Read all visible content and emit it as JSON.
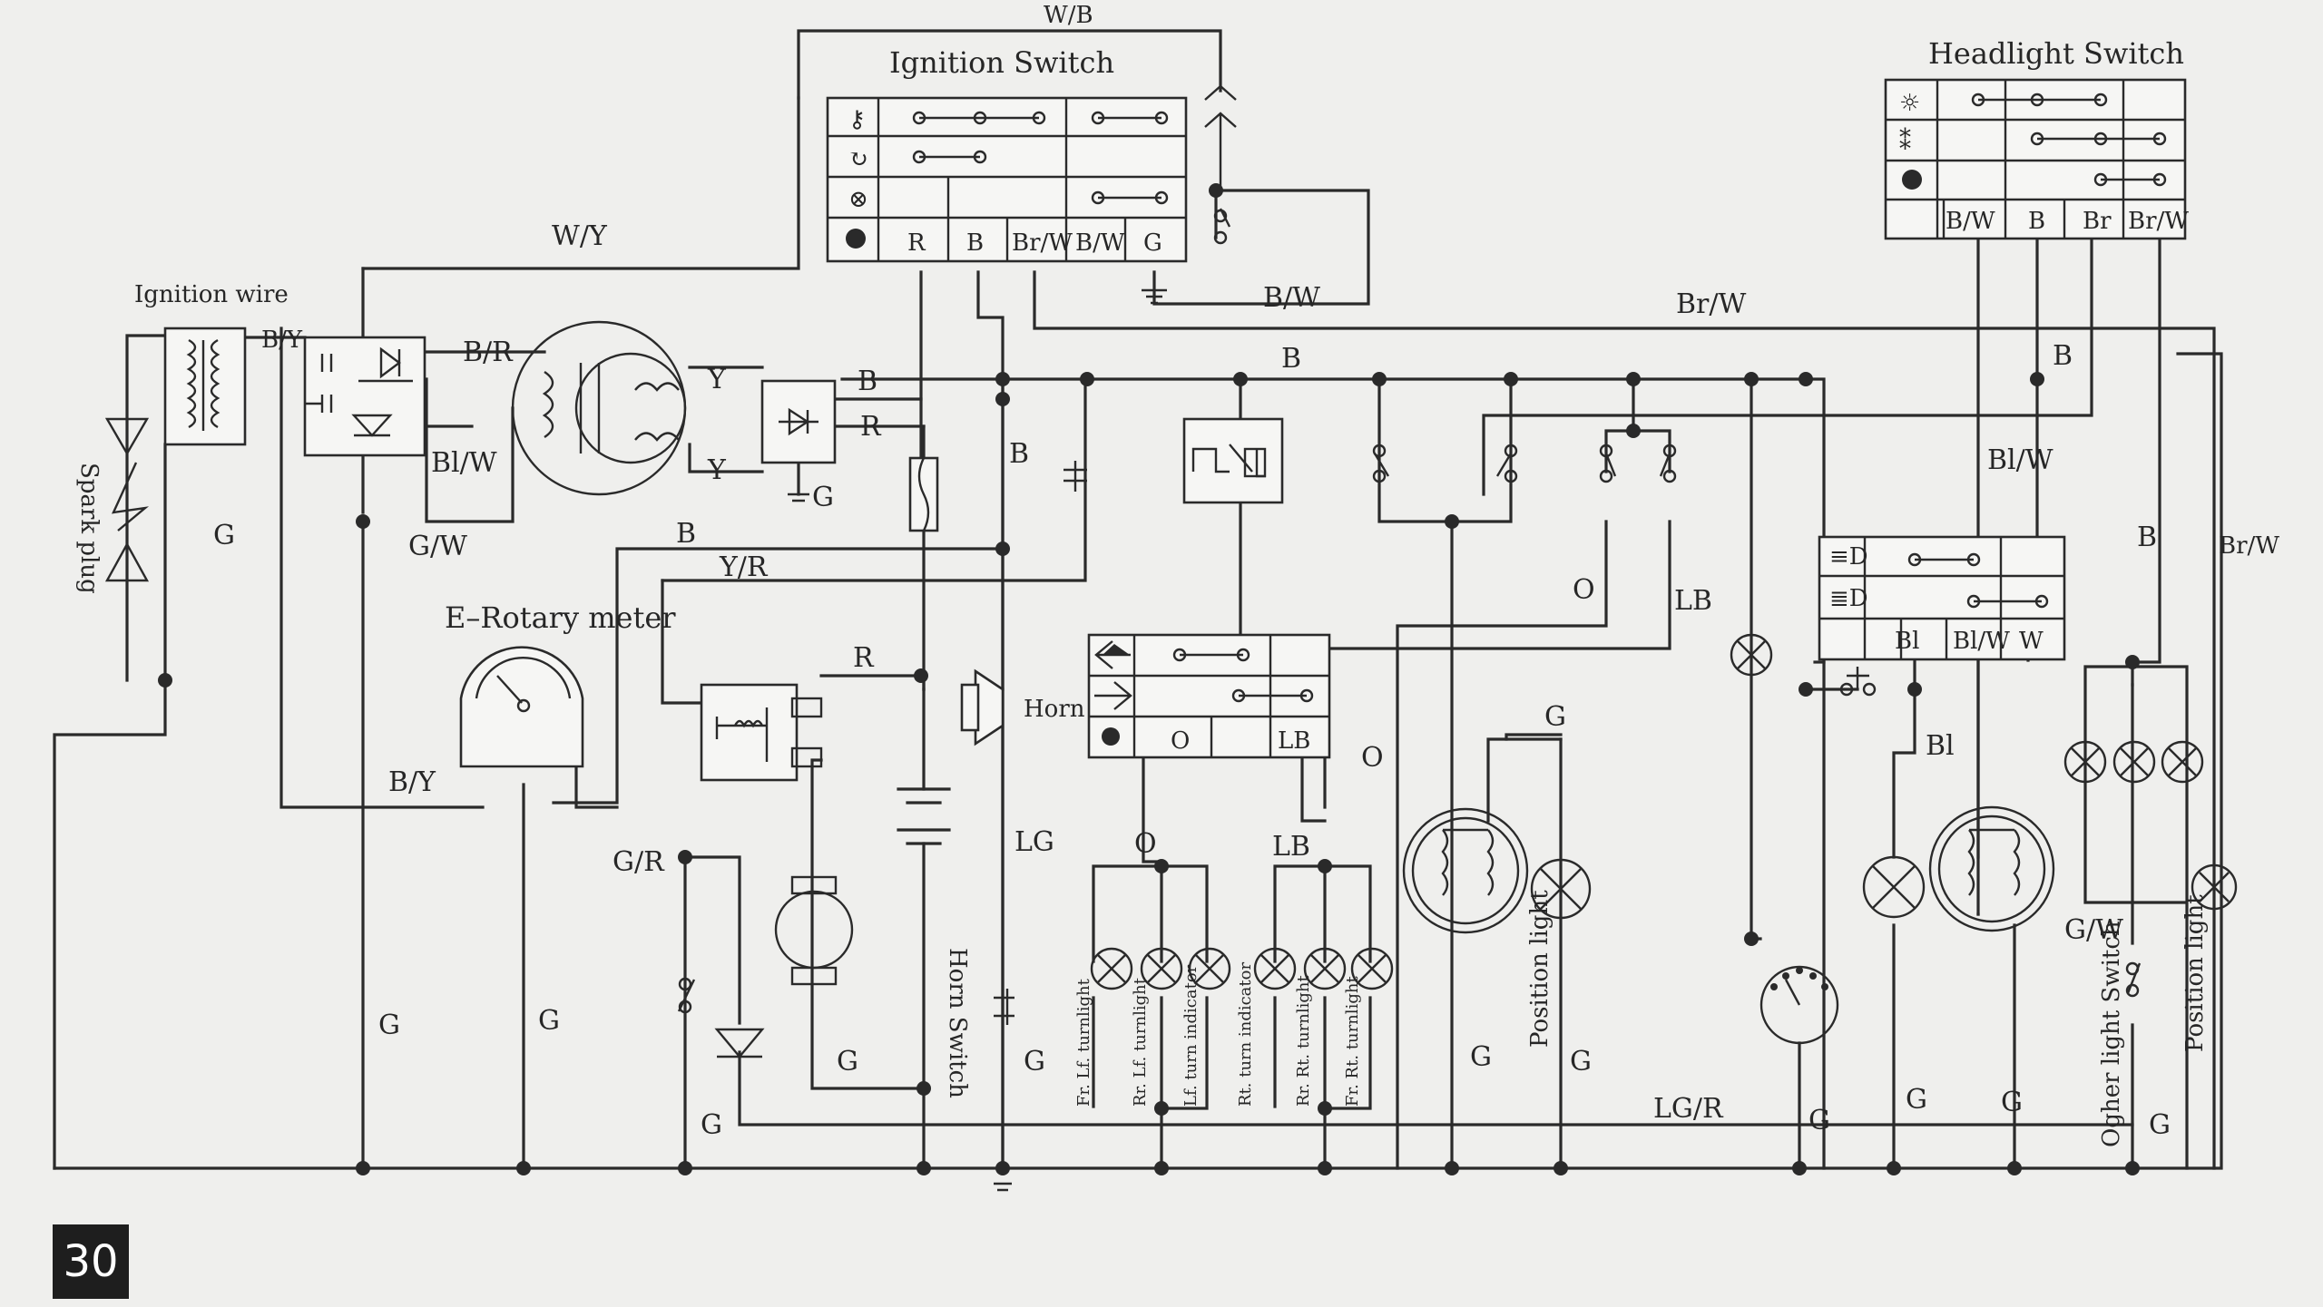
{
  "page_number": "30",
  "components": {
    "ignition_switch": "Ignition Switch",
    "headlight_switch": "Headlight Switch",
    "ignition_wire": "Ignition wire",
    "spark_plug": "Spark plug",
    "rotary_meter": "E–Rotary meter",
    "horn": "Horn",
    "horn_switch": "Horn Switch",
    "position_light_left": "Position light",
    "position_light_right": "Position light",
    "other_light_switch": "Ogher light Switch"
  },
  "ignition_switch_columns": [
    "R",
    "B",
    "Br/W",
    "B/W",
    "G"
  ],
  "headlight_switch_columns": [
    "B/W",
    "B",
    "Br",
    "Br/W"
  ],
  "dimmer_switch_columns": [
    "Bl",
    "Bl/W",
    "W"
  ],
  "turn_switch_columns": [
    "O",
    "LB"
  ],
  "bulb_labels": {
    "fr_lf_turnlight": "Fr. Lf. turnlight",
    "rr_lf_turnlight": "Rr. Lf. turnlight",
    "lf_turn_indicator": "Lf. turn indicator",
    "rt_turn_indicator": "Rt. turn indicator",
    "rr_rt_turnlight": "Rr. Rt. turnlight",
    "fr_rt_turnlight": "Fr. Rt. turnlight"
  },
  "wire_labels": {
    "wb": "W/B",
    "wy": "W/Y",
    "by": "B/Y",
    "br": "B/R",
    "blw": "Bl/W",
    "gw": "G/W",
    "y1": "Y",
    "y2": "Y",
    "b_top": "B",
    "r_rect": "R",
    "g_rect": "G",
    "b_mid": "B",
    "b_left": "B",
    "yr": "Y/R",
    "r_starter": "R",
    "by2": "B/Y",
    "gr": "G/R",
    "bw_ign": "B/W",
    "brw_top": "Br/W",
    "b_main": "B",
    "b_hl": "B",
    "blw_hl": "Bl/W",
    "b_right": "B",
    "brw_right": "Br/W",
    "o_mid": "O",
    "lb_mid": "LB",
    "g_pos": "G",
    "o_turn": "O",
    "o_low": "O",
    "lb_low": "LB",
    "bl_head": "Bl",
    "gw_right": "G/W",
    "lg": "LG",
    "lgr": "LG/R",
    "g_spark": "G",
    "g_1": "G",
    "g_2": "G",
    "g_3": "G",
    "g_4": "G",
    "g_5": "G",
    "g_6": "G",
    "g_7": "G",
    "g_8": "G",
    "g_9": "G",
    "g_10": "G",
    "g_11": "G"
  }
}
